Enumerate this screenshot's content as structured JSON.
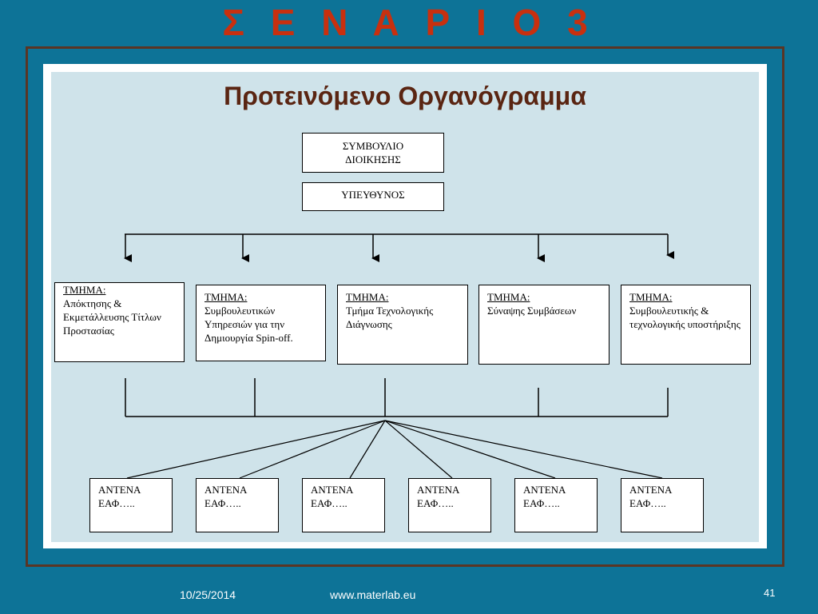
{
  "slide_title": "Σ Ε Ν Α Ρ Ι Ο 3",
  "chart_title": "Προτεινόμενο Οργανόγραμμα",
  "board": {
    "line1": "ΣΥΜΒΟΥΛΙΟ",
    "line2": "ΔΙΟΙΚΗΣΗΣ"
  },
  "manager": {
    "label": "ΥΠΕΥΘΥΝΟΣ"
  },
  "departments": [
    {
      "label": "ΤΜΗΜΑ:",
      "text": "Απόκτησης & Εκμετάλλευσης Τίτλων Προστασίας"
    },
    {
      "label": "ΤΜΗΜΑ:",
      "text": "Συμβουλευτικών Υπηρεσιών για την Δημιουργία Spin-off."
    },
    {
      "label": "ΤΜΗΜΑ:",
      "text": "Τμήμα Τεχνολογικής Διάγνωσης"
    },
    {
      "label": "ΤΜΗΜΑ:",
      "text": "Σύναψης Συμβάσεων"
    },
    {
      "label": "ΤΜΗΜΑ:",
      "text": "Συμβουλευτικής & τεχνολογικής υποστήριξης"
    }
  ],
  "antennas": [
    {
      "line1": "ΑΝΤΕΝΑ",
      "line2": "ΕΑΦ….."
    },
    {
      "line1": "ΑΝΤΕΝΑ",
      "line2": "ΕΑΦ….."
    },
    {
      "line1": "ΑΝΤΕΝΑ",
      "line2": "ΕΑΦ….."
    },
    {
      "line1": "ΑΝΤΕΝΑ",
      "line2": "ΕΑΦ….."
    },
    {
      "line1": "ΑΝΤΕΝΑ",
      "line2": "ΕΑΦ….."
    },
    {
      "line1": "ΑΝΤΕΝΑ",
      "line2": "ΕΑΦ….."
    }
  ],
  "footer": {
    "date": "10/25/2014",
    "url": "www.materlab.eu",
    "page": "41"
  }
}
